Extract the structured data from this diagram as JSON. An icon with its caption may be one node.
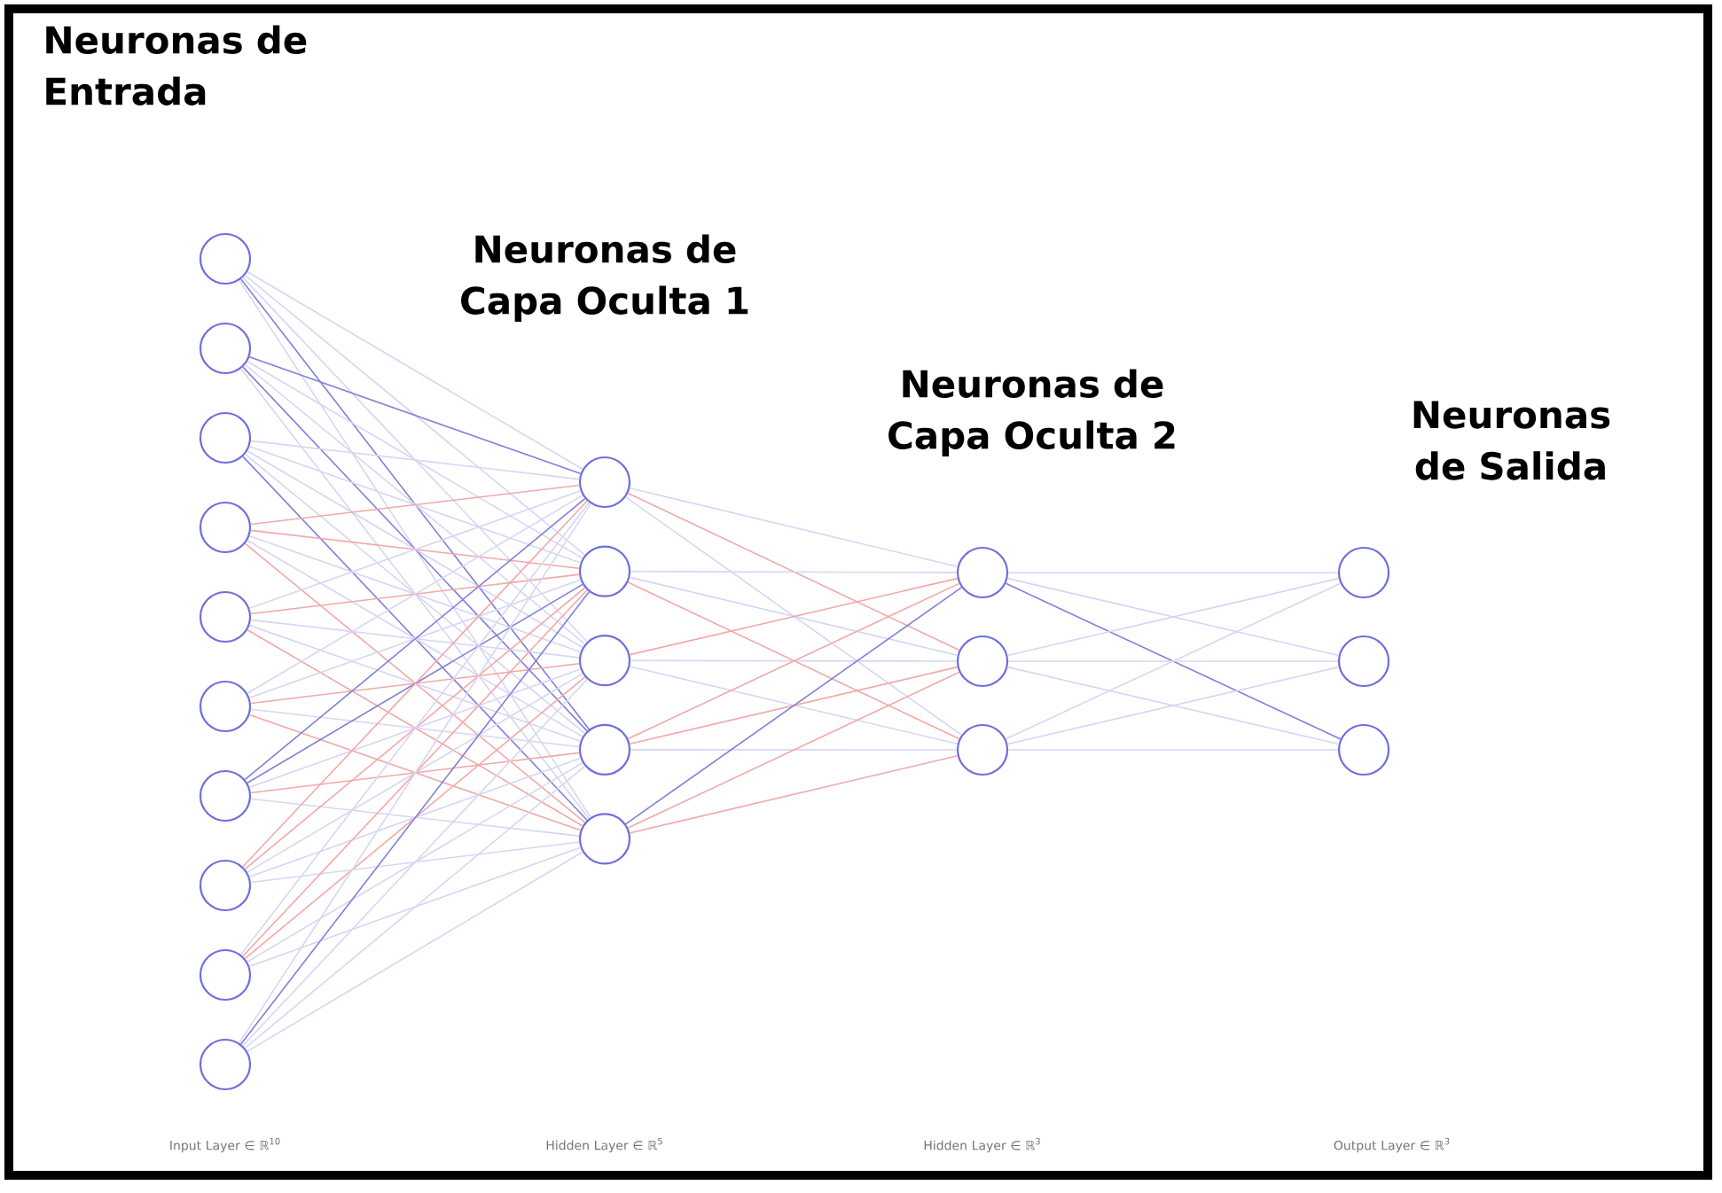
{
  "diagram": {
    "nodes": [
      {
        "text": [],
        "shape": "circle"
      },
      {
        "text": [],
        "shape": "circle"
      },
      {
        "text": [],
        "shape": "circle"
      },
      {
        "text": [],
        "shape": "circle"
      },
      {
        "text": [],
        "shape": "circle"
      },
      {
        "text": [],
        "shape": "circle"
      },
      {
        "text": [],
        "shape": "circle"
      },
      {
        "text": [],
        "shape": "circle"
      },
      {
        "text": [],
        "shape": "circle"
      },
      {
        "text": [],
        "shape": "circle"
      },
      {
        "text": [],
        "shape": "circle"
      },
      {
        "text": [],
        "shape": "circle"
      },
      {
        "text": [],
        "shape": "circle"
      },
      {
        "text": [],
        "shape": "circle"
      },
      {
        "text": [],
        "shape": "circle"
      },
      {
        "text": [],
        "shape": "circle"
      },
      {
        "text": [],
        "shape": "circle"
      },
      {
        "text": [],
        "shape": "circle"
      },
      {
        "text": [],
        "shape": "circle"
      },
      {
        "text": [],
        "shape": "circle"
      },
      {
        "text": [],
        "shape": "circle"
      }
    ],
    "edges": [
      {
        "from": 0,
        "to": 10,
        "arrow": "none"
      },
      {
        "from": 0,
        "to": 11,
        "arrow": "none"
      },
      {
        "from": 0,
        "to": 12,
        "arrow": "none"
      },
      {
        "from": 0,
        "to": 13,
        "arrow": "none",
        "color": "#8080d8"
      },
      {
        "from": 0,
        "to": 14,
        "arrow": "none"
      },
      {
        "from": 1,
        "to": 10,
        "arrow": "none",
        "color": "#8080d8"
      },
      {
        "from": 1,
        "to": 11,
        "arrow": "none"
      },
      {
        "from": 1,
        "to": 12,
        "arrow": "none"
      },
      {
        "from": 1,
        "to": 13,
        "arrow": "none",
        "color": "#8080d8"
      },
      {
        "from": 1,
        "to": 14,
        "arrow": "none"
      },
      {
        "from": 2,
        "to": 10,
        "arrow": "none"
      },
      {
        "from": 2,
        "to": 11,
        "arrow": "none"
      },
      {
        "from": 2,
        "to": 12,
        "arrow": "none"
      },
      {
        "from": 2,
        "to": 13,
        "arrow": "none"
      },
      {
        "from": 2,
        "to": 14,
        "arrow": "none",
        "color": "#8080d8"
      },
      {
        "from": 3,
        "to": 10,
        "arrow": "none",
        "color": "#f2a8a8"
      },
      {
        "from": 3,
        "to": 11,
        "arrow": "none",
        "color": "#f2a8a8"
      },
      {
        "from": 3,
        "to": 12,
        "arrow": "none"
      },
      {
        "from": 3,
        "to": 13,
        "arrow": "none"
      },
      {
        "from": 3,
        "to": 14,
        "arrow": "none",
        "color": "#f2a8a8"
      },
      {
        "from": 4,
        "to": 10,
        "arrow": "none"
      },
      {
        "from": 4,
        "to": 11,
        "arrow": "none",
        "color": "#f2a8a8"
      },
      {
        "from": 4,
        "to": 12,
        "arrow": "none"
      },
      {
        "from": 4,
        "to": 13,
        "arrow": "none"
      },
      {
        "from": 4,
        "to": 14,
        "arrow": "none",
        "color": "#f2a8a8"
      },
      {
        "from": 5,
        "to": 10,
        "arrow": "none"
      },
      {
        "from": 5,
        "to": 11,
        "arrow": "none"
      },
      {
        "from": 5,
        "to": 12,
        "arrow": "none",
        "color": "#f2a8a8"
      },
      {
        "from": 5,
        "to": 13,
        "arrow": "none"
      },
      {
        "from": 5,
        "to": 14,
        "arrow": "none",
        "color": "#f2a8a8"
      },
      {
        "from": 6,
        "to": 10,
        "arrow": "none",
        "color": "#8080d8"
      },
      {
        "from": 6,
        "to": 11,
        "arrow": "none",
        "color": "#8080d8"
      },
      {
        "from": 6,
        "to": 12,
        "arrow": "none"
      },
      {
        "from": 6,
        "to": 13,
        "arrow": "none",
        "color": "#f2a8a8"
      },
      {
        "from": 6,
        "to": 14,
        "arrow": "none"
      },
      {
        "from": 7,
        "to": 10,
        "arrow": "none",
        "color": "#f2a8a8"
      },
      {
        "from": 7,
        "to": 11,
        "arrow": "none",
        "color": "#f2a8a8"
      },
      {
        "from": 7,
        "to": 12,
        "arrow": "none"
      },
      {
        "from": 7,
        "to": 13,
        "arrow": "none"
      },
      {
        "from": 7,
        "to": 14,
        "arrow": "none"
      },
      {
        "from": 8,
        "to": 10,
        "arrow": "none"
      },
      {
        "from": 8,
        "to": 11,
        "arrow": "none",
        "color": "#f2a8a8"
      },
      {
        "from": 8,
        "to": 12,
        "arrow": "none",
        "color": "#f2a8a8"
      },
      {
        "from": 8,
        "to": 13,
        "arrow": "none"
      },
      {
        "from": 8,
        "to": 14,
        "arrow": "none"
      },
      {
        "from": 9,
        "to": 10,
        "arrow": "none"
      },
      {
        "from": 9,
        "to": 11,
        "arrow": "none",
        "color": "#8080d8"
      },
      {
        "from": 9,
        "to": 12,
        "arrow": "none"
      },
      {
        "from": 9,
        "to": 13,
        "arrow": "none"
      },
      {
        "from": 9,
        "to": 14,
        "arrow": "none"
      },
      {
        "from": 10,
        "to": 15,
        "arrow": "none"
      },
      {
        "from": 10,
        "to": 16,
        "arrow": "none",
        "color": "#f2a8a8"
      },
      {
        "from": 10,
        "to": 17,
        "arrow": "none"
      },
      {
        "from": 11,
        "to": 15,
        "arrow": "none"
      },
      {
        "from": 11,
        "to": 16,
        "arrow": "none"
      },
      {
        "from": 11,
        "to": 17,
        "arrow": "none",
        "color": "#f2a8a8"
      },
      {
        "from": 12,
        "to": 15,
        "arrow": "none",
        "color": "#f2a8a8"
      },
      {
        "from": 12,
        "to": 16,
        "arrow": "none"
      },
      {
        "from": 12,
        "to": 17,
        "arrow": "none"
      },
      {
        "from": 13,
        "to": 15,
        "arrow": "none",
        "color": "#f2a8a8"
      },
      {
        "from": 13,
        "to": 16,
        "arrow": "none",
        "color": "#f2a8a8"
      },
      {
        "from": 13,
        "to": 17,
        "arrow": "none"
      },
      {
        "from": 14,
        "to": 15,
        "arrow": "none",
        "color": "#8080d8"
      },
      {
        "from": 14,
        "to": 16,
        "arrow": "none",
        "color": "#f2a8a8"
      },
      {
        "from": 14,
        "to": 17,
        "arrow": "none",
        "color": "#f2a8a8"
      },
      {
        "from": 15,
        "to": 18,
        "arrow": "none"
      },
      {
        "from": 15,
        "to": 19,
        "arrow": "none"
      },
      {
        "from": 15,
        "to": 20,
        "arrow": "none",
        "color": "#8080d8"
      },
      {
        "from": 16,
        "to": 18,
        "arrow": "none"
      },
      {
        "from": 16,
        "to": 19,
        "arrow": "none"
      },
      {
        "from": 16,
        "to": 20,
        "arrow": "none"
      },
      {
        "from": 17,
        "to": 18,
        "arrow": "none"
      },
      {
        "from": 17,
        "to": 19,
        "arrow": "none"
      },
      {
        "from": 17,
        "to": 20,
        "arrow": "none"
      }
    ],
    "labels": [
      "Neuronas de Entrada",
      "Neuronas de Capa Oculta 1",
      "Neuronas de Capa Oculta 2",
      "Neuronas de Salida",
      "Input Layer ∈ ℝ$^{10}$",
      "Hidden Layer ∈ ℝ$^{5}$",
      "Hidden Layer ∈ ℝ$^{3}$",
      "Output Layer ∈ ℝ$^{3}$"
    ]
  }
}
